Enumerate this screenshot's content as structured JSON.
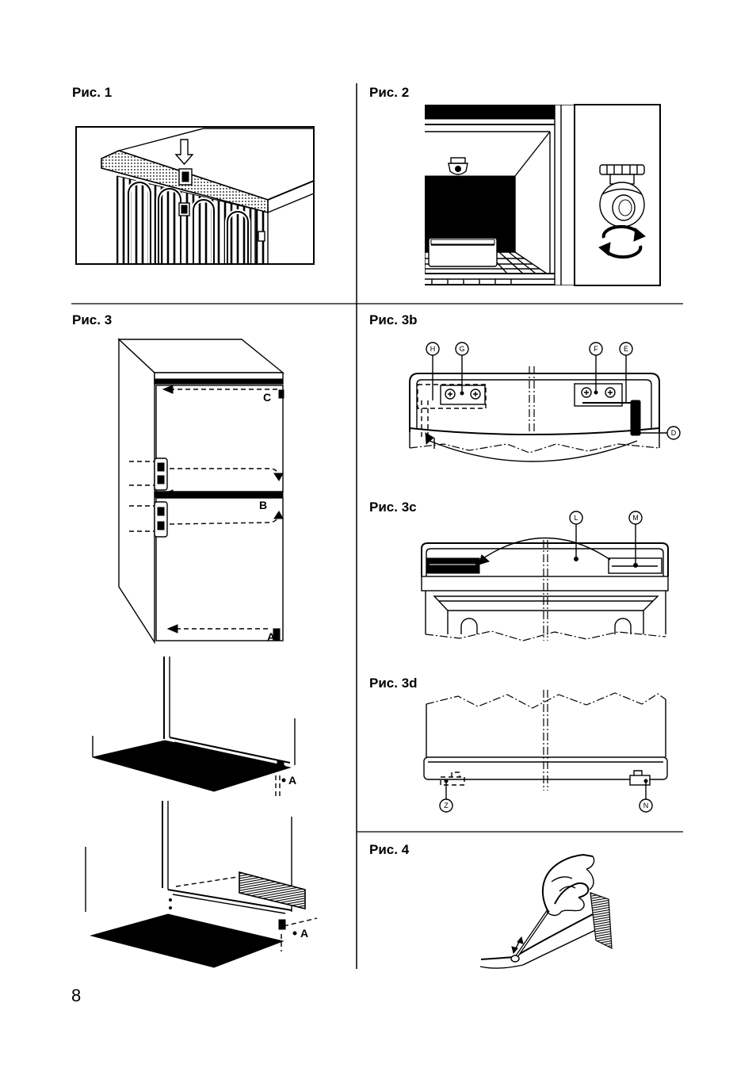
{
  "figures": {
    "fig1": {
      "label": "Рис. 1"
    },
    "fig2": {
      "label": "Рис. 2"
    },
    "fig3": {
      "label": "Рис. 3",
      "callouts": {
        "c": "C",
        "b": "B",
        "a_door": "A",
        "a_plinth_1": "A",
        "a_plinth_2": "A"
      }
    },
    "fig3b": {
      "label": "Рис. 3b",
      "callouts": {
        "h": "H",
        "g": "G",
        "f": "F",
        "e": "E",
        "d": "D"
      }
    },
    "fig3c": {
      "label": "Рис. 3c",
      "callouts": {
        "l": "L",
        "m": "M"
      }
    },
    "fig3d": {
      "label": "Рис. 3d",
      "callouts": {
        "z": "Z",
        "n": "N"
      }
    },
    "fig4": {
      "label": "Рис. 4"
    }
  },
  "page_number": "8"
}
